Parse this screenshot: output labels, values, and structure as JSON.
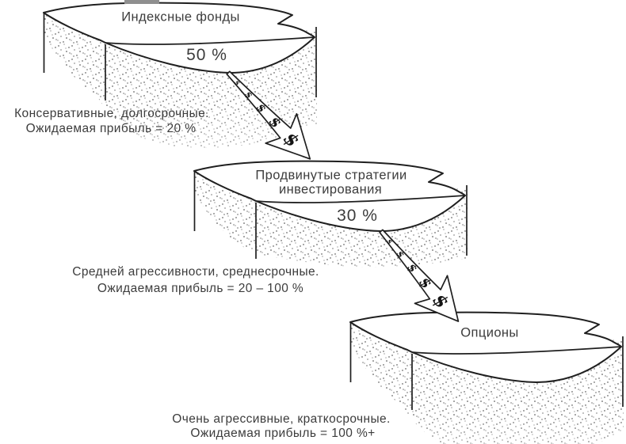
{
  "diagram": {
    "name": "investment-cascade-funnel",
    "language": "ru",
    "levels": [
      {
        "name": "index-funds",
        "label": "Индексные фонды",
        "allocation": "50 %",
        "description": [
          "Консервативные, долгосрочные.",
          "Ожидаемая прибыль = 20 %"
        ]
      },
      {
        "name": "advanced-strategies",
        "label": "Продвинутые стратегии инвестирования",
        "label_lines": [
          "Продвинутые стратегии",
          "инвестирования"
        ],
        "allocation": "30 %",
        "description": [
          "Средней агрессивности, среднесрочные.",
          "Ожидаемая прибыль = 20 – 100 %"
        ]
      },
      {
        "name": "options",
        "label": "Опционы",
        "allocation": "",
        "description": [
          "Очень агрессивные, краткосрочные.",
          "Ожидаемая прибыль = 100 %+"
        ]
      }
    ],
    "flow_arrows": [
      {
        "name": "level1-to-level2",
        "symbol": "$"
      },
      {
        "name": "level2-to-level3",
        "symbol": "$"
      }
    ],
    "colors": {
      "ink": "#1f1f1f",
      "text": "#3c3c3c",
      "paper": "#ffffff",
      "scan_artifact": "#8f8f8f"
    }
  }
}
